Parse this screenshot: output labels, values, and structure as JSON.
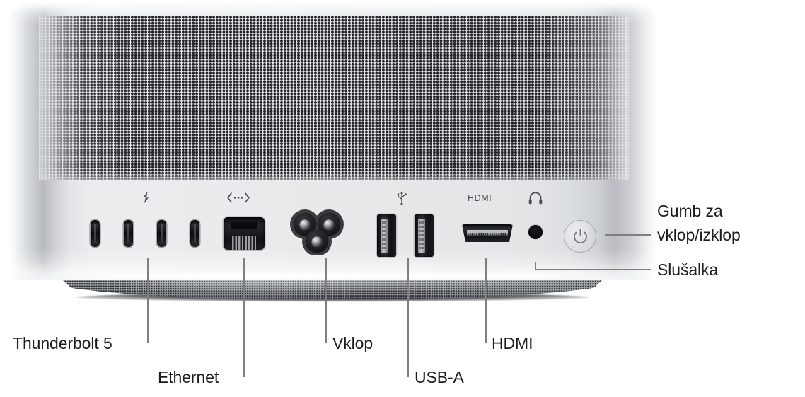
{
  "scene": {
    "title": "Mac mini rear ports diagram",
    "device": "Mac mini (rear view)",
    "language": "sl",
    "background_color": "#ffffff",
    "label_color": "#1c1c1e",
    "leader_color": "#7d7f83",
    "body_color": "#e8eaec",
    "port_color": "#141619"
  },
  "port_glyphs": {
    "thunderbolt": "thunderbolt-bolt-icon",
    "thunderbolt_symbol": "⚡",
    "ethernet": "ethernet-icon",
    "ethernet_symbol": "‹···›",
    "usb": "usb-trident-icon",
    "hdmi_text": "HDMI",
    "headphone": "headphone-icon",
    "power_button": "power-symbol-icon"
  },
  "ports": [
    {
      "name": "thunderbolt-port-1",
      "type": "usb-c"
    },
    {
      "name": "thunderbolt-port-2",
      "type": "usb-c"
    },
    {
      "name": "thunderbolt-port-3",
      "type": "usb-c"
    },
    {
      "name": "thunderbolt-port-4",
      "type": "usb-c"
    },
    {
      "name": "ethernet-port",
      "type": "rj45"
    },
    {
      "name": "power-connector",
      "type": "3-prong"
    },
    {
      "name": "usb-a-port-1",
      "type": "usb-a"
    },
    {
      "name": "usb-a-port-2",
      "type": "usb-a"
    },
    {
      "name": "hdmi-port",
      "type": "hdmi"
    },
    {
      "name": "headphone-jack",
      "type": "3.5mm"
    },
    {
      "name": "power-button",
      "type": "button"
    }
  ],
  "callouts": {
    "thunderbolt": "Thunderbolt 5",
    "ethernet": "Ethernet",
    "power_in": "Vklop",
    "usb_a": "USB-A",
    "hdmi": "HDMI",
    "power_button_line1": "Gumb za",
    "power_button_line2": "vklop/izklop",
    "headphone": "Slušalka"
  }
}
